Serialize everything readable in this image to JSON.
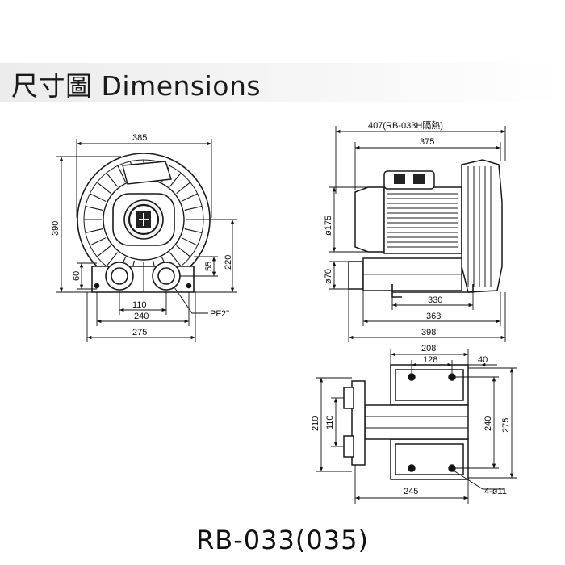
{
  "header": {
    "title": "尺寸圖 Dimensions"
  },
  "model": "RB-033(035)",
  "front_view": {
    "width_overall": "385",
    "height_overall": "390",
    "height_outlet": "220",
    "height_ports": "55",
    "port_height": "60",
    "port_spacing": "110",
    "base_inner": "240",
    "base_outer": "275",
    "port_thread": "PF2\""
  },
  "side_view": {
    "length_insulated": "407(RB-033H隔熱)",
    "length_body": "375",
    "motor_diameter": "ø175",
    "port_diameter": "ø70",
    "base_len_1": "330",
    "base_len_2": "363",
    "base_len_3": "398"
  },
  "bottom_view": {
    "width_top": "208",
    "hole_spacing": "128",
    "hole_offset": "40",
    "height_left_outer": "210",
    "height_left_inner": "110",
    "height_right_inner": "240",
    "height_right_outer": "275",
    "width_bottom": "245",
    "mount_holes": "4-ø11"
  },
  "colors": {
    "line": "#1a1a1a",
    "band": "#ececec"
  }
}
